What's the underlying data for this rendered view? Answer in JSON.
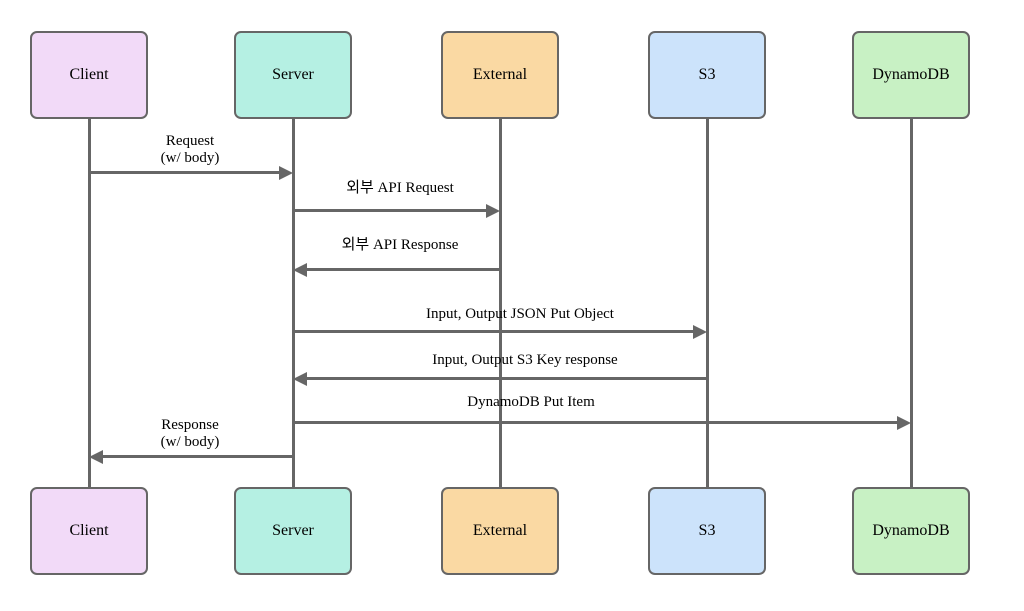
{
  "diagram": {
    "kind": "sequence-diagram",
    "colors": {
      "stroke": "#666666",
      "text": "#000000",
      "background": "#ffffff",
      "client_fill": "#f2daf8",
      "server_fill": "#b5f0e3",
      "external_fill": "#fad9a3",
      "s3_fill": "#cce3fb",
      "dynamodb_fill": "#c8f1c4"
    },
    "actors": [
      {
        "label": "Client",
        "fill": "#f2daf8"
      },
      {
        "label": "Server",
        "fill": "#b5f0e3"
      },
      {
        "label": "External",
        "fill": "#fad9a3"
      },
      {
        "label": "S3",
        "fill": "#cce3fb"
      },
      {
        "label": "DynamoDB",
        "fill": "#c8f1c4"
      }
    ],
    "messages": [
      {
        "from": "Client",
        "to": "Server",
        "direction": "right",
        "label": "Request\n(w/ body)"
      },
      {
        "from": "Server",
        "to": "External",
        "direction": "right",
        "label": "외부 API Request"
      },
      {
        "from": "External",
        "to": "Server",
        "direction": "left",
        "label": "외부 API Response"
      },
      {
        "from": "Server",
        "to": "S3",
        "direction": "right",
        "label": "Input, Output JSON Put Object"
      },
      {
        "from": "S3",
        "to": "Server",
        "direction": "left",
        "label": "Input, Output S3 Key response"
      },
      {
        "from": "Server",
        "to": "DynamoDB",
        "direction": "right",
        "label": "DynamoDB Put Item"
      },
      {
        "from": "Server",
        "to": "Client",
        "direction": "left",
        "label": "Response\n(w/ body)"
      }
    ]
  }
}
